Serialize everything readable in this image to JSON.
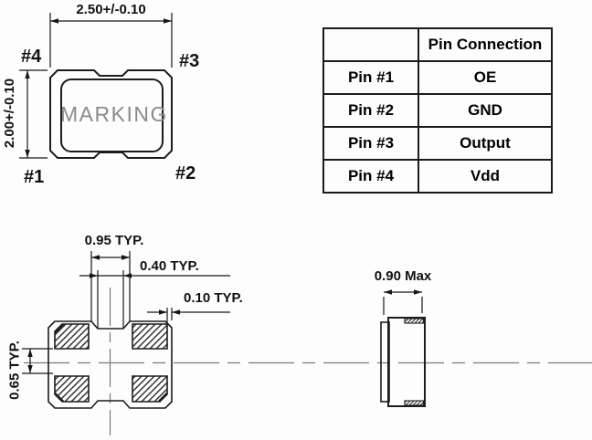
{
  "colors": {
    "line": "#1c1c1c",
    "centerline": "#7a7a7a",
    "marking_text": "#8a8a8a",
    "background": "#fdfdfd"
  },
  "package_view": {
    "width_dim": "2.50+/-0.10",
    "height_dim": "2.00+/-0.10",
    "marking": "MARKING",
    "pin_labels": {
      "p1": "#1",
      "p2": "#2",
      "p3": "#3",
      "p4": "#4"
    }
  },
  "pin_table": {
    "header": "Pin Connection",
    "rows": [
      {
        "pin": "Pin #1",
        "connection": "OE"
      },
      {
        "pin": "Pin #2",
        "connection": "GND"
      },
      {
        "pin": "Pin #3",
        "connection": "Output"
      },
      {
        "pin": "Pin #4",
        "connection": "Vdd"
      }
    ]
  },
  "land_pattern": {
    "pad_pitch_dim": "0.95 TYP.",
    "notch_width_dim": "0.40 TYP.",
    "edge_gap_dim": "0.10 TYP.",
    "pad_gap_dim": "0.65 TYP."
  },
  "side_view": {
    "thickness_dim": "0.90 Max"
  }
}
